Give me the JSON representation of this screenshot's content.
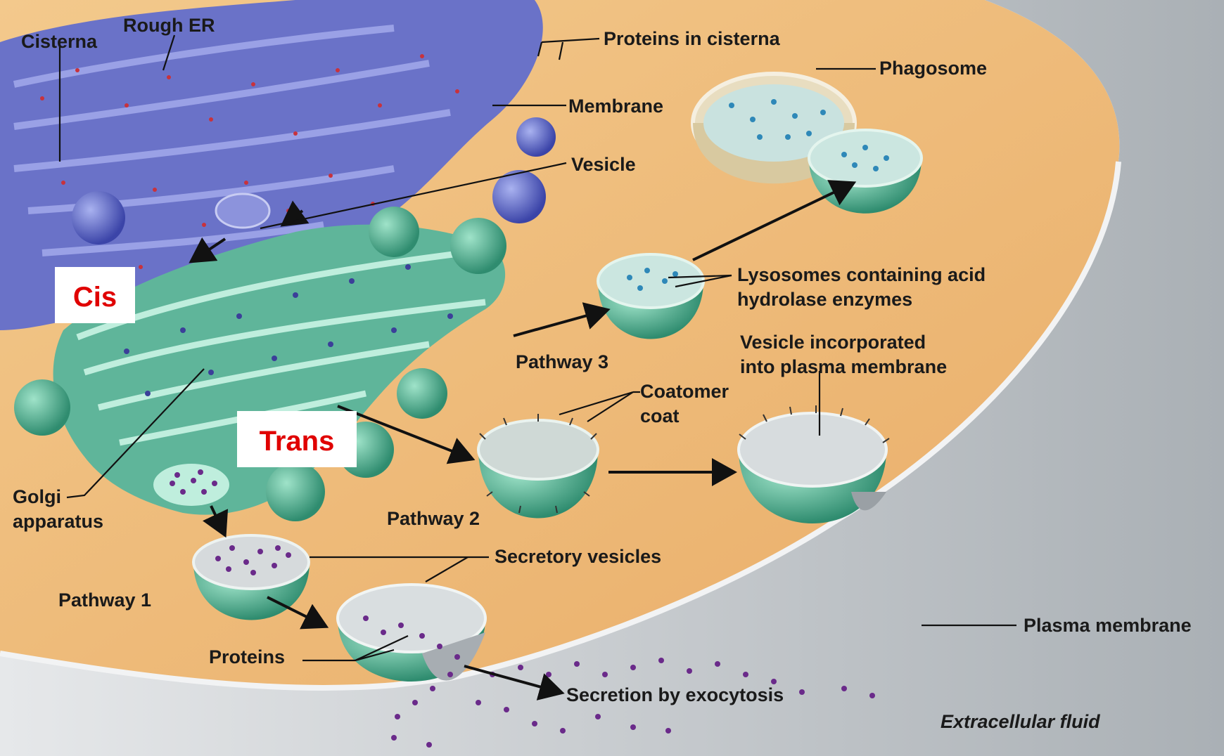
{
  "labels": {
    "cisterna": "Cisterna",
    "rough_er": "Rough ER",
    "proteins_in_cisterna": "Proteins in cisterna",
    "membrane": "Membrane",
    "vesicle": "Vesicle",
    "phagosome": "Phagosome",
    "lysosomes_line1": "Lysosomes containing acid",
    "lysosomes_line2": "hydrolase enzymes",
    "vesicle_incorporated_line1": "Vesicle incorporated",
    "vesicle_incorporated_line2": "into plasma membrane",
    "coatomer_line1": "Coatomer",
    "coatomer_line2": "coat",
    "golgi_line1": "Golgi",
    "golgi_line2": "apparatus",
    "secretory_vesicles": "Secretory vesicles",
    "plasma_membrane": "Plasma membrane",
    "proteins": "Proteins",
    "secretion": "Secretion by exocytosis",
    "extracellular_fluid": "Extracellular fluid"
  },
  "pathways": {
    "pathway1": "Pathway 1",
    "pathway2": "Pathway 2",
    "pathway3": "Pathway 3"
  },
  "callouts": {
    "cis": "Cis",
    "trans": "Trans"
  },
  "colors": {
    "cytoplasm": "#f0bd7a",
    "er": "#6a72c8",
    "golgi": "#5fb59a",
    "membrane": "#cfd3d6",
    "protein": "#6a2a8a",
    "callout_text": "#e00000"
  }
}
